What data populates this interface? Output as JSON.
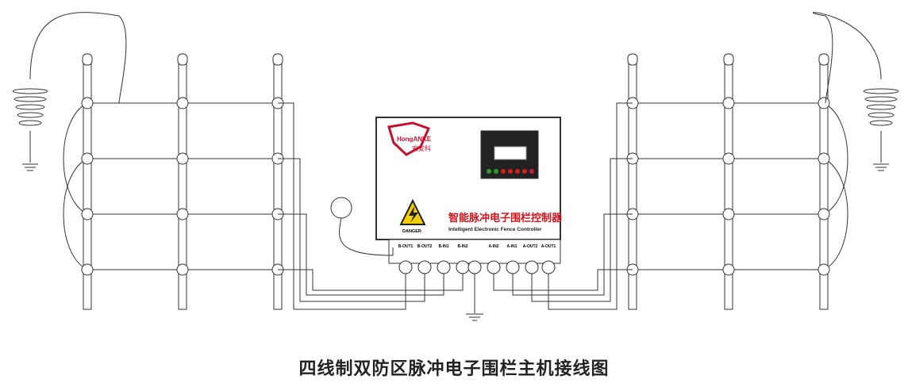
{
  "caption": "四线制双防区脉冲电子围栏主机接线图",
  "controller": {
    "brand": "HongANKE",
    "brand_cn": "宏安科",
    "title_cn": "智能脉冲电子围栏控制器",
    "title_en": "Intelligent Electronic Fence Controller",
    "warning": "DANGER",
    "terminals": [
      "B-OUT1",
      "B-OUT2",
      "B-IN1",
      "B-IN2",
      "A-IN2",
      "A-IN1",
      "A-OUT2",
      "A-OUT1"
    ],
    "led_colors": [
      "#2a9d3a",
      "#2a9d3a",
      "#d42020",
      "#d42020",
      "#d42020",
      "#d42020",
      "#d42020"
    ]
  },
  "colors": {
    "accent": "#d4141c",
    "line": "#333333"
  }
}
